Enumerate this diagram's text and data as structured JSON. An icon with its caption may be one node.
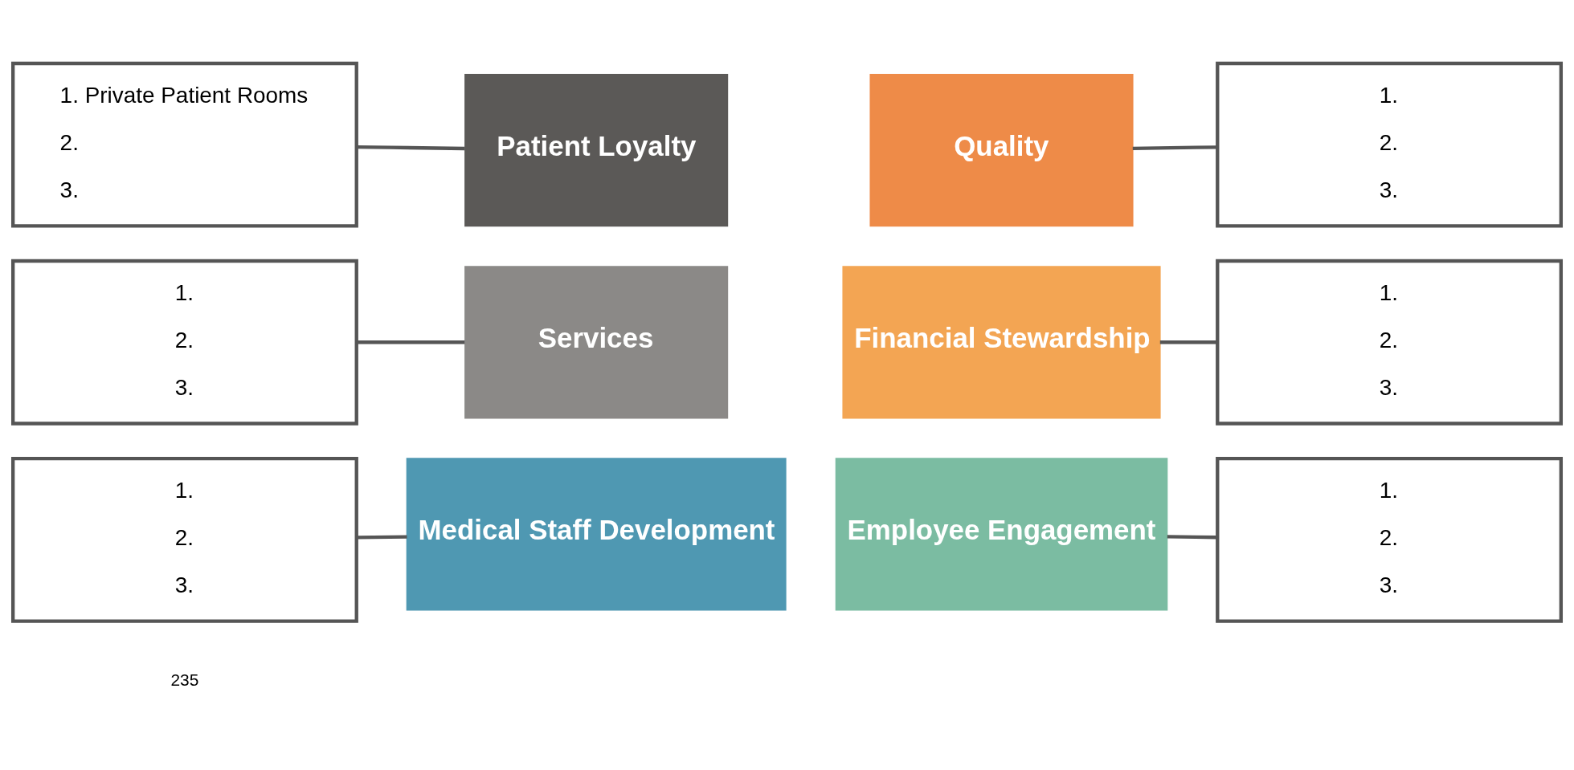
{
  "diagram": {
    "nodes": [
      {
        "text": [
          "1. Private Patient Rooms",
          "2.",
          "3."
        ]
      },
      {
        "text": [
          "Patient Loyalty"
        ]
      },
      {
        "text": [
          "Quality"
        ]
      },
      {
        "text": [
          "1.",
          "2.",
          "3."
        ]
      },
      {
        "text": [
          "1.",
          "2.",
          "3."
        ]
      },
      {
        "text": [
          "Services"
        ]
      },
      {
        "text": [
          "Financial Stewardship"
        ]
      },
      {
        "text": [
          "1.",
          "2.",
          "3."
        ]
      },
      {
        "text": [
          "1.",
          "2.",
          "3."
        ]
      },
      {
        "text": [
          "Medical Staff Development"
        ]
      },
      {
        "text": [
          "Employee Engagement"
        ]
      },
      {
        "text": [
          "1.",
          "2.",
          "3."
        ]
      }
    ],
    "edges": [
      {
        "from": 0,
        "to": 1,
        "arrow": "none"
      },
      {
        "from": 2,
        "to": 3,
        "arrow": "none"
      },
      {
        "from": 4,
        "to": 5,
        "arrow": "none"
      },
      {
        "from": 6,
        "to": 7,
        "arrow": "none"
      },
      {
        "from": 8,
        "to": 9,
        "arrow": "none"
      },
      {
        "from": 10,
        "to": 11,
        "arrow": "none"
      }
    ],
    "labels": [
      "235"
    ]
  }
}
